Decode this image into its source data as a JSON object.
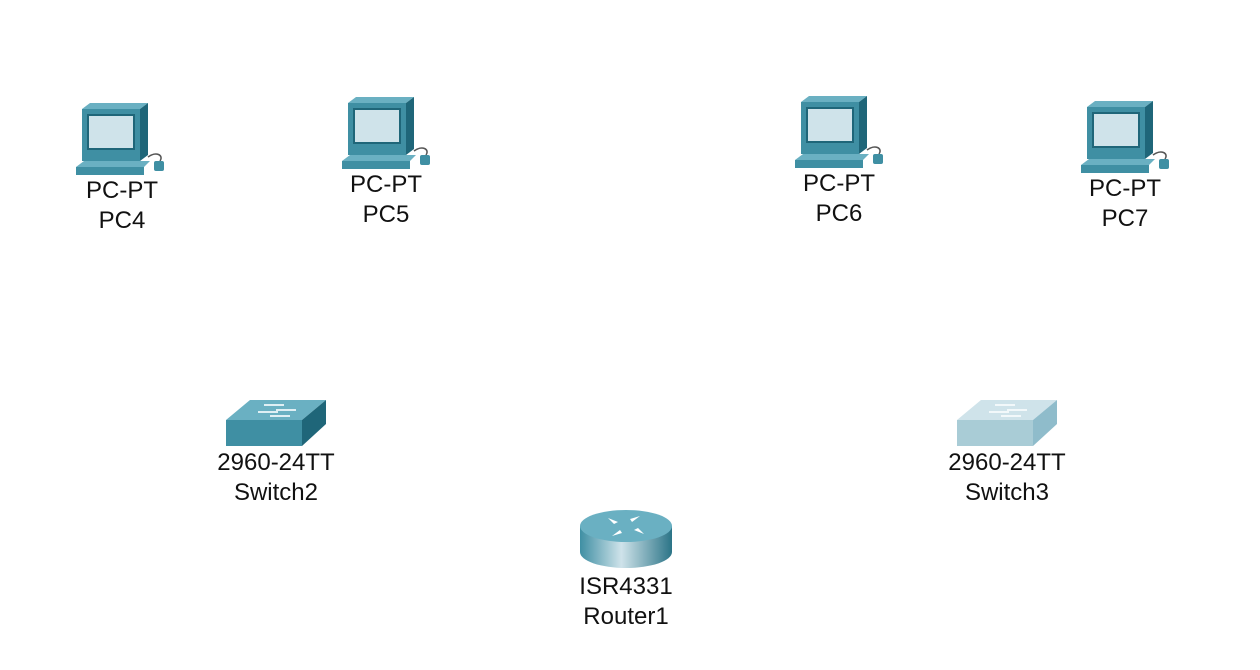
{
  "workspace": {
    "devices": [
      {
        "id": "pc4",
        "model": "PC-PT",
        "name": "PC4",
        "type": "pc"
      },
      {
        "id": "pc5",
        "model": "PC-PT",
        "name": "PC5",
        "type": "pc"
      },
      {
        "id": "pc6",
        "model": "PC-PT",
        "name": "PC6",
        "type": "pc"
      },
      {
        "id": "pc7",
        "model": "PC-PT",
        "name": "PC7",
        "type": "pc"
      },
      {
        "id": "switch2",
        "model": "2960-24TT",
        "name": "Switch2",
        "type": "switch",
        "state": "selected"
      },
      {
        "id": "switch3",
        "model": "2960-24TT",
        "name": "Switch3",
        "type": "switch",
        "state": "faded"
      },
      {
        "id": "router1",
        "model": "ISR4331",
        "name": "Router1",
        "type": "router"
      }
    ]
  },
  "colors": {
    "device_teal": "#3f8fa3",
    "device_dark": "#1f6679",
    "device_light": "#a9ccd6",
    "screen": "#cfe3ea"
  }
}
